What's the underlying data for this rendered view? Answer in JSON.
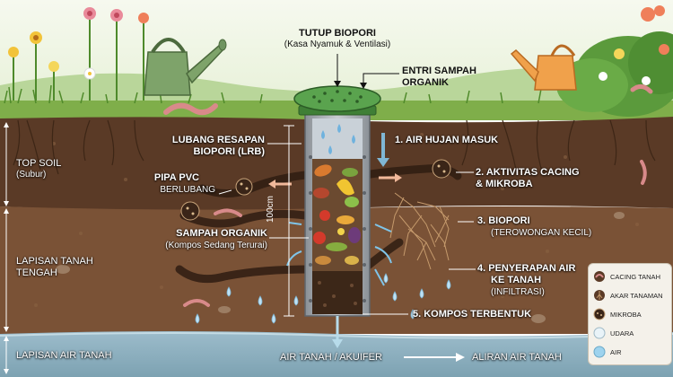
{
  "labels": {
    "cover_title": "TUTUP BIOPORI",
    "cover_subtitle": "(Kasa Nyamuk & Ventilasi)",
    "entry_line1": "ENTRI SAMPAH",
    "entry_line2": "ORGANIK",
    "lrb_line1": "LUBANG RESAPAN",
    "lrb_line2": "BIOPORI (LRB)",
    "step1": "1. AIR HUJAN MASUK",
    "topsoil_title": "TOP SOIL",
    "topsoil_sub": "(Subur)",
    "pipe_line1": "PIPA PVC",
    "pipe_line2": "BERLUBANG",
    "step2_line1": "2. AKTIVITAS CACING",
    "step2_line2": "& MIKROBA",
    "mid_line1": "LAPISAN TANAH",
    "mid_line2": "TENGAH",
    "depth": "100cm",
    "organic_line1": "SAMPAH ORGANIK",
    "organic_line2": "(Kompos Sedang Terurai)",
    "step3_line1": "3. BIOPORI",
    "step3_line2": "(TEROWONGAN KECIL)",
    "step4_line1": "4. PENYERAPAN AIR",
    "step4_line2": "KE TANAH",
    "step4_line3": "(INFILTRASI)",
    "step5": "5. KOMPOS TERBENTUK",
    "groundwater_layer": "LAPISAN AIR TANAH",
    "aquifer": "AIR TANAH / AKUIFER",
    "flow": "ALIRAN AIR TANAH"
  },
  "legend": [
    {
      "label": "CACING TANAH",
      "icon": "worm-icon"
    },
    {
      "label": "AKAR TANAMAN",
      "icon": "root-icon"
    },
    {
      "label": "MIKROBA",
      "icon": "microbe-icon"
    },
    {
      "label": "UDARA",
      "icon": "air-bubble-icon"
    },
    {
      "label": "AIR",
      "icon": "water-drop-icon"
    }
  ],
  "colors": {
    "sky": "#eef6e4",
    "grass": "#7fae4a",
    "topsoil": "#5a3a26",
    "middle_soil": "#7a5236",
    "groundwater": "#8fb3c2",
    "pipe": "#a9aeb3",
    "cover": "#4f9a43",
    "legend_bg": "#f4f1ea"
  }
}
